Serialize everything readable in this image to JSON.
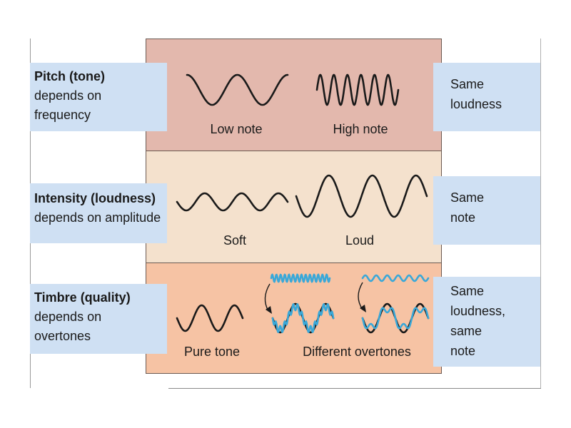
{
  "rows": [
    {
      "label_title": "Pitch (tone)",
      "label_lines": [
        "depends on",
        "frequency"
      ],
      "captions": [
        "Low note",
        "High note"
      ],
      "right_lines": [
        "Same",
        "loudness"
      ],
      "band_color": "#e3b8ad"
    },
    {
      "label_title": "Intensity (loudness)",
      "label_lines": [
        "depends on amplitude"
      ],
      "captions": [
        "Soft",
        "Loud"
      ],
      "right_lines": [
        "Same",
        "note"
      ],
      "band_color": "#f4e1cd"
    },
    {
      "label_title": "Timbre (quality)",
      "label_lines": [
        "depends on",
        "overtones"
      ],
      "captions": [
        "Pure tone",
        "Different overtones"
      ],
      "right_lines": [
        "Same",
        "loudness,",
        "same",
        "note"
      ],
      "band_color": "#f6c3a4"
    }
  ],
  "colors": {
    "label_box": "#cfe0f3",
    "wave": "#1a1a1a",
    "overtone_wave": "#3aa8d8"
  }
}
